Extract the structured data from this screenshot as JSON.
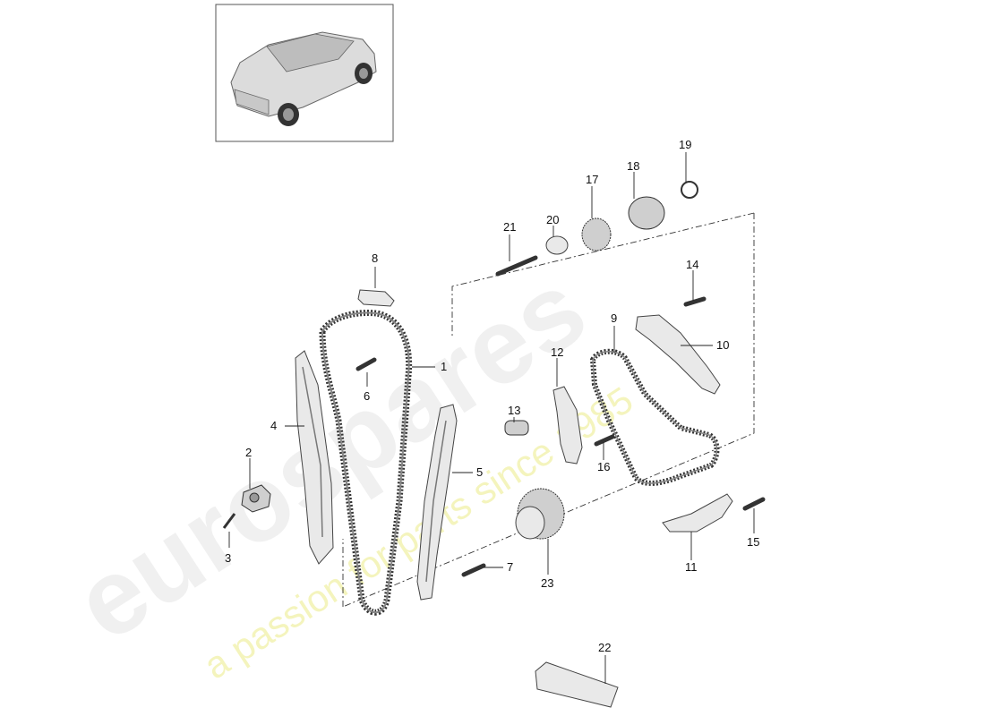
{
  "watermark": {
    "brand": "eurospares",
    "tagline": "a passion for parts since 1985"
  },
  "thumbnail": {
    "icon": "car-suv-icon"
  },
  "callouts": [
    {
      "id": "1",
      "text": "1"
    },
    {
      "id": "2",
      "text": "2"
    },
    {
      "id": "3",
      "text": "3"
    },
    {
      "id": "4",
      "text": "4"
    },
    {
      "id": "5",
      "text": "5"
    },
    {
      "id": "6",
      "text": "6"
    },
    {
      "id": "7",
      "text": "7"
    },
    {
      "id": "8",
      "text": "8"
    },
    {
      "id": "9",
      "text": "9"
    },
    {
      "id": "10",
      "text": "10"
    },
    {
      "id": "11",
      "text": "11"
    },
    {
      "id": "12",
      "text": "12"
    },
    {
      "id": "13",
      "text": "13"
    },
    {
      "id": "14",
      "text": "14"
    },
    {
      "id": "15",
      "text": "15"
    },
    {
      "id": "16",
      "text": "16"
    },
    {
      "id": "17",
      "text": "17"
    },
    {
      "id": "18",
      "text": "18"
    },
    {
      "id": "19",
      "text": "19"
    },
    {
      "id": "20",
      "text": "20"
    },
    {
      "id": "21",
      "text": "21"
    },
    {
      "id": "22",
      "text": "22"
    },
    {
      "id": "23",
      "text": "23"
    }
  ]
}
